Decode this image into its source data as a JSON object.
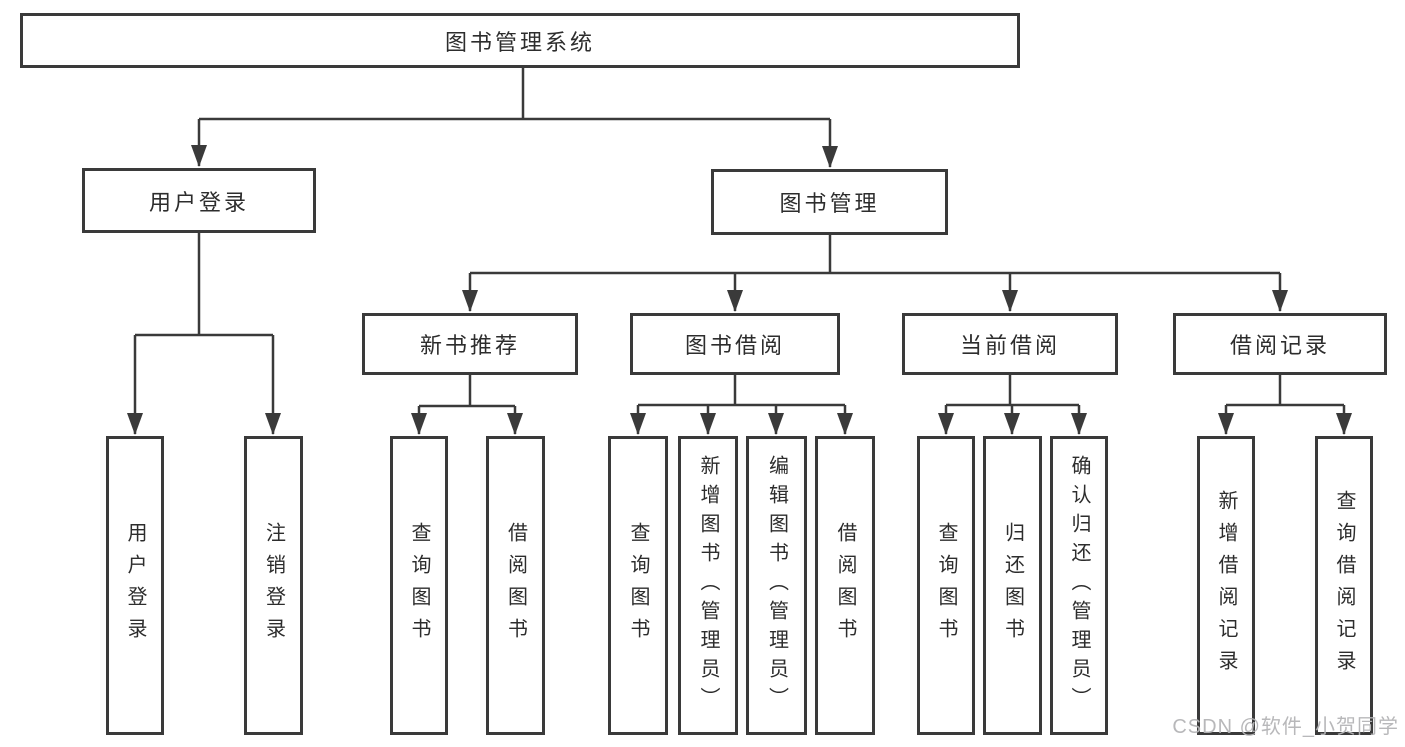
{
  "diagram": {
    "title": "图书管理系统",
    "level2": [
      {
        "id": "user-login",
        "label": "用户登录"
      },
      {
        "id": "book-management",
        "label": "图书管理"
      }
    ],
    "level3": [
      {
        "id": "new-book-recommend",
        "parent": "图书管理",
        "label": "新书推荐"
      },
      {
        "id": "book-borrow",
        "parent": "图书管理",
        "label": "图书借阅"
      },
      {
        "id": "current-borrow",
        "parent": "图书管理",
        "label": "当前借阅"
      },
      {
        "id": "borrow-records",
        "parent": "图书管理",
        "label": "借阅记录"
      }
    ],
    "leaves": [
      {
        "group": "用户登录",
        "label": "用户登录"
      },
      {
        "group": "用户登录",
        "label": "注销登录"
      },
      {
        "group": "新书推荐",
        "label": "查询图书"
      },
      {
        "group": "新书推荐",
        "label": "借阅图书"
      },
      {
        "group": "图书借阅",
        "label": "查询图书"
      },
      {
        "group": "图书借阅",
        "label": "新增图书（管理员）"
      },
      {
        "group": "图书借阅",
        "label": "编辑图书（管理员）"
      },
      {
        "group": "图书借阅",
        "label": "借阅图书"
      },
      {
        "group": "当前借阅",
        "label": "查询图书"
      },
      {
        "group": "当前借阅",
        "label": "归还图书"
      },
      {
        "group": "当前借阅",
        "label": "确认归还（管理员）"
      },
      {
        "group": "借阅记录",
        "label": "新增借阅记录"
      },
      {
        "group": "借阅记录",
        "label": "查询借阅记录"
      }
    ],
    "colors": {
      "line": "#3a3a3a",
      "text": "#2d2d2d",
      "background": "#ffffff",
      "watermark": "#b4b4b6"
    }
  },
  "watermark": {
    "text": "CSDN @软件_小贺同学"
  }
}
